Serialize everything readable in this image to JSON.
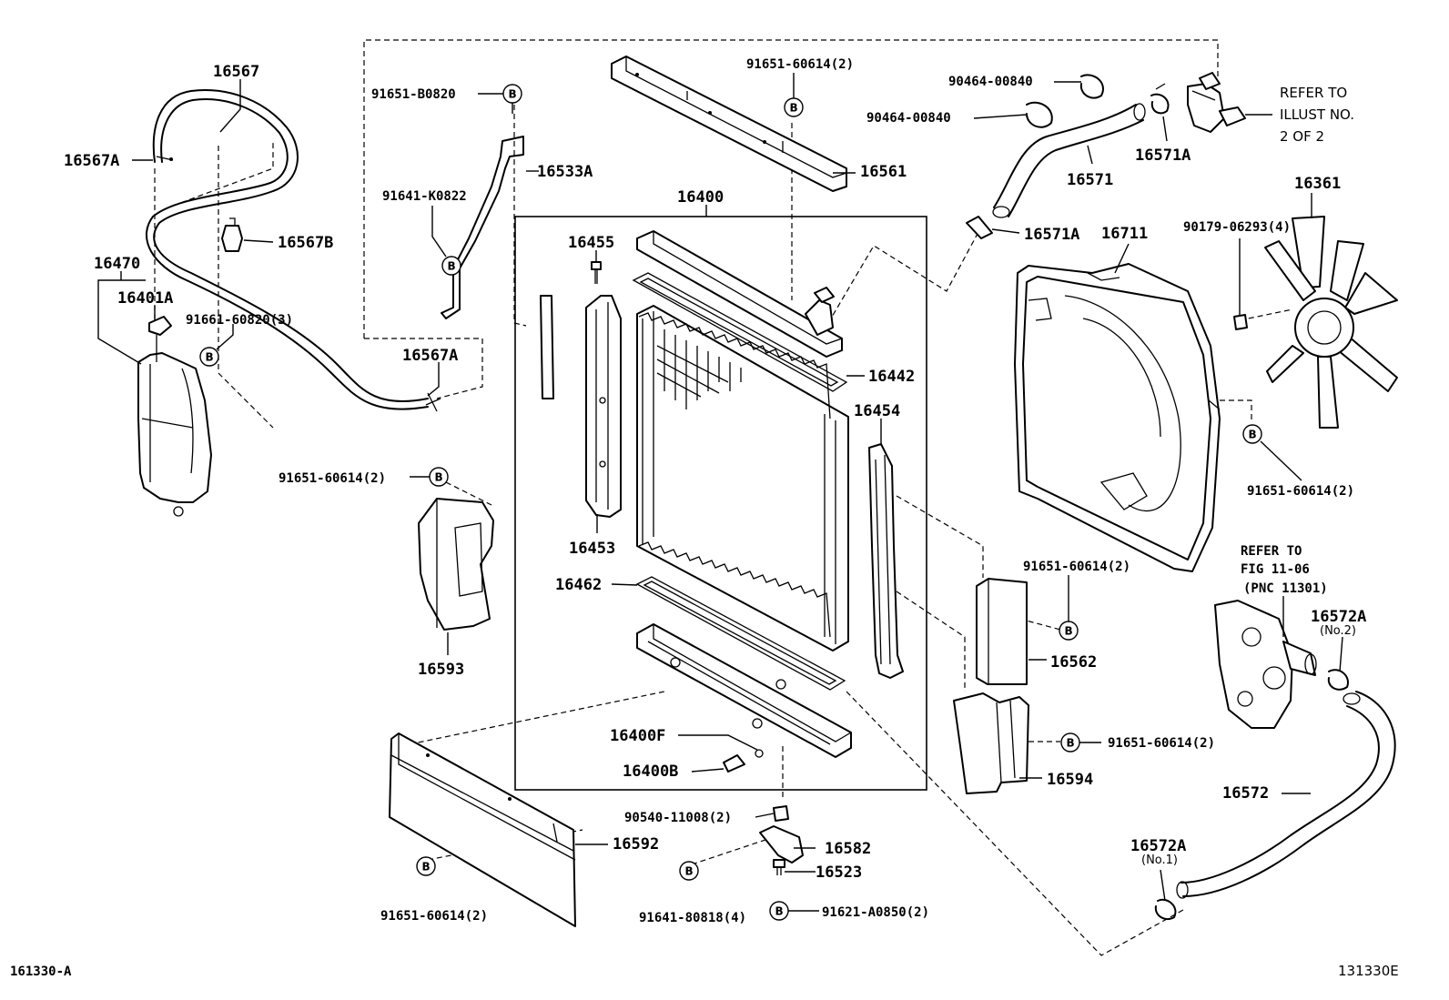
{
  "diagram_code": "161330-A",
  "image_code": "131330E",
  "bolt_symbol": "B",
  "labels": {
    "p16567": "16567",
    "p16567A_top": "16567A",
    "p16567B": "16567B",
    "p16567A_bottom": "16567A",
    "p16470": "16470",
    "p16401A": "16401A",
    "p91661_60820": "91661-60820(3)",
    "p91651_B0820": "91651-B0820",
    "p16533A": "16533A",
    "p91641_K0822": "91641-K0822",
    "p91651_60614_top": "91651-60614(2)",
    "p16561": "16561",
    "p16400": "16400",
    "p16455": "16455",
    "p16442": "16442",
    "p16454": "16454",
    "p16453": "16453",
    "p16462": "16462",
    "p91651_60614_left": "91651-60614(2)",
    "p16593": "16593",
    "p16400F": "16400F",
    "p16400B": "16400B",
    "p90540_11008": "90540-11008(2)",
    "p16582": "16582",
    "p16523": "16523",
    "p91641_80818": "91641-80818(4)",
    "p91621_A0850": "91621-A0850(2)",
    "p16592": "16592",
    "p91651_60614_bottom": "91651-60614(2)",
    "p90464_00840_a": "90464-00840",
    "p90464_00840_b": "90464-00840",
    "p16571": "16571",
    "p16571A_top": "16571A",
    "p16571A_mid": "16571A",
    "p16711": "16711",
    "p90179_06293": "90179-06293(4)",
    "p16361": "16361",
    "p91651_60614_fan": "91651-60614(2)",
    "p91651_60614_562": "91651-60614(2)",
    "p16562": "16562",
    "p91651_60614_594": "91651-60614(2)",
    "p16594": "16594",
    "p16572A_no2": "16572A",
    "no2": "(No.2)",
    "p16572": "16572",
    "p16572A_no1": "16572A",
    "no1": "(No.1)"
  },
  "notes": {
    "refer_illust_1": "REFER TO",
    "refer_illust_2": "ILLUST NO.",
    "refer_illust_3": "2 OF 2",
    "refer_fig_1": "REFER TO",
    "refer_fig_2": "FIG 11-06",
    "refer_fig_3": "(PNC 11301)"
  }
}
